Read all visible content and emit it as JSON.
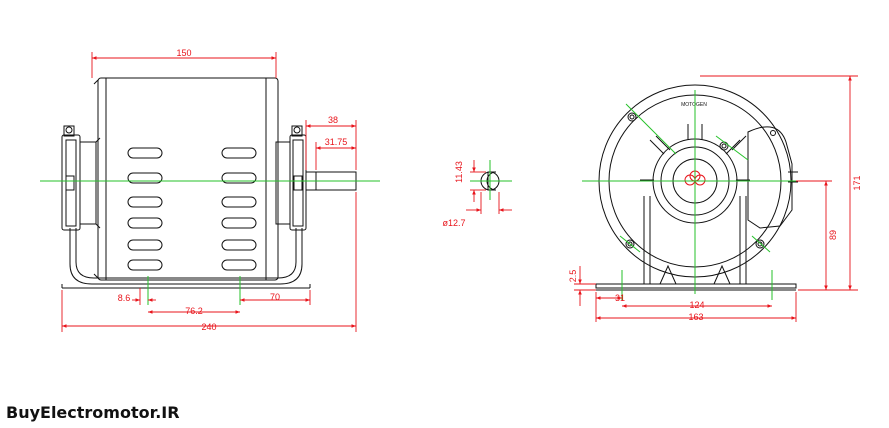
{
  "colors": {
    "outline": "#111111",
    "dimension": "#e8141b",
    "centerline": "#26c22a",
    "background": "#ffffff"
  },
  "watermark": "BuyElectromotor.IR",
  "side_view": {
    "dims": {
      "body_length": "150",
      "shaft_length": "38",
      "shaft_key_length": "31.75",
      "foot_offset": "8.6",
      "foot_spacing": "76.2",
      "shaft_to_foot": "70",
      "overall_length": "240"
    }
  },
  "shaft_section": {
    "dims": {
      "key_height": "11.43",
      "shaft_diameter": "ø12.7"
    }
  },
  "front_view": {
    "plate_text": "MOTOGEN",
    "dims": {
      "base_thickness": "2.5",
      "foot_edge": "31",
      "foot_span": "124",
      "base_width": "163",
      "shaft_height": "89",
      "overall_height": "171"
    }
  }
}
